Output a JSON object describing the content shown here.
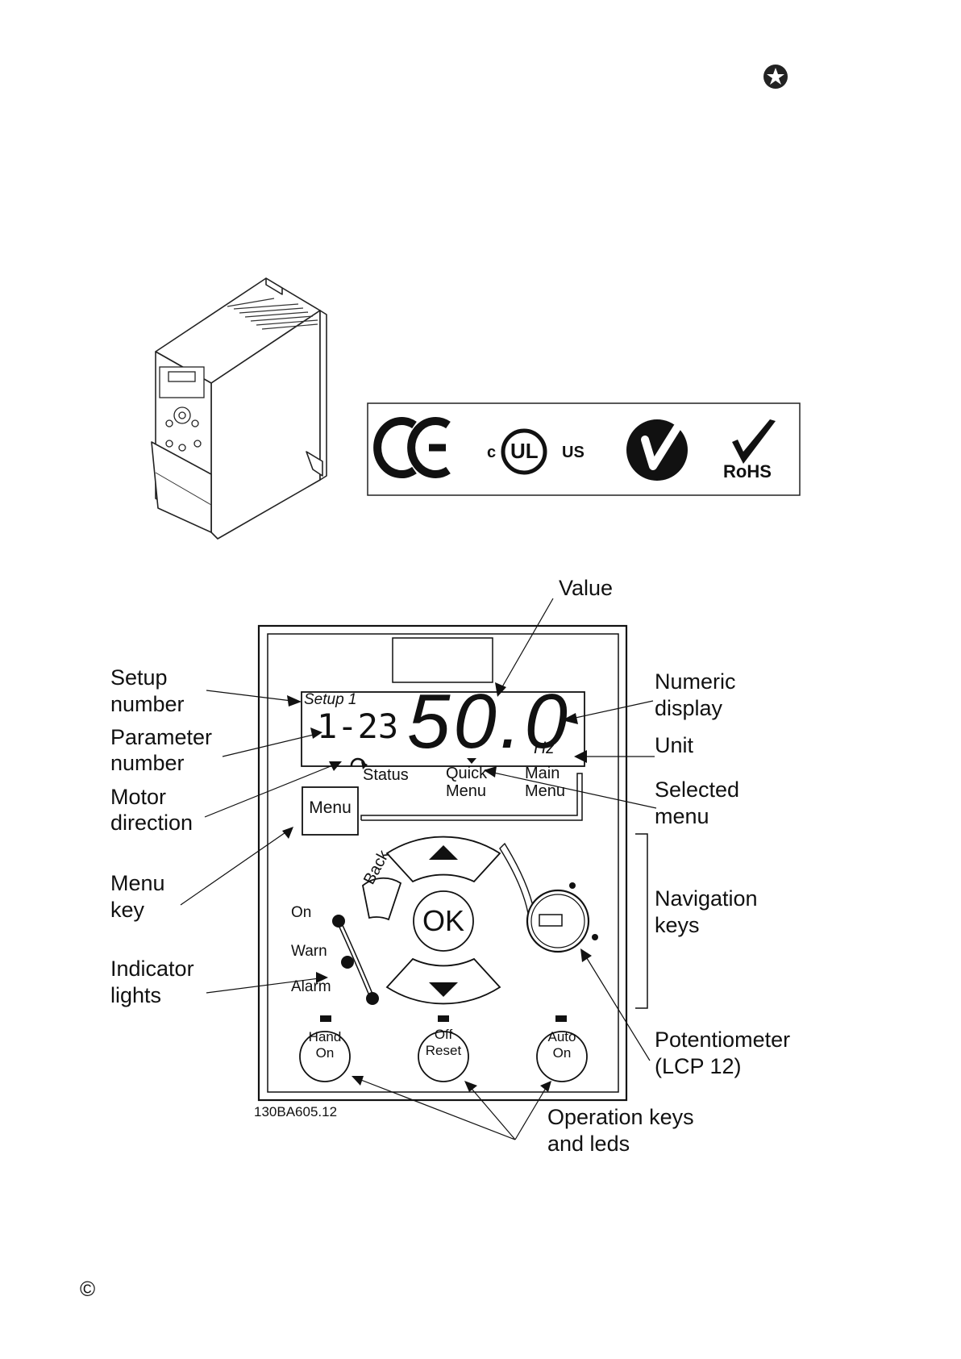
{
  "labels": {
    "value": "Value",
    "setup_number": [
      "Setup",
      "number"
    ],
    "parameter_number": [
      "Parameter",
      "number"
    ],
    "motor_direction": [
      "Motor",
      "direction"
    ],
    "menu_key": [
      "Menu",
      "key"
    ],
    "indicator_lights": [
      "Indicator",
      "lights"
    ],
    "numeric_display": [
      "Numeric",
      "display"
    ],
    "unit": "Unit",
    "selected_menu": [
      "Selected",
      "menu"
    ],
    "navigation_keys": [
      "Navigation",
      "keys"
    ],
    "potentiometer": [
      "Potentiometer",
      "(LCP 12)"
    ],
    "operation_keys": [
      "Operation keys",
      "and leds"
    ]
  },
  "lcp": {
    "setup_text": "Setup 1",
    "parameter_text": "1-23",
    "value_text": "50.0",
    "unit_text": "Hz",
    "status_label": "Status",
    "quick_menu": [
      "Quick",
      "Menu"
    ],
    "main_menu": [
      "Main",
      "Menu"
    ],
    "menu_button": "Menu",
    "back_button": "Back",
    "ok_button": "OK",
    "led_on": "On",
    "led_warn": "Warn",
    "led_alarm": "Alarm",
    "hand_on": [
      "Hand",
      "On"
    ],
    "off_reset": [
      "Off",
      "Reset"
    ],
    "auto_on": [
      "Auto",
      "On"
    ],
    "figure_id": "130BA605.12"
  },
  "certifications": {
    "ce": "CE",
    "ul_c": "c",
    "ul_mark": "UL",
    "ul_us": "US",
    "rohs": "RoHS"
  },
  "footer": {
    "copyright": "©"
  },
  "icons": [
    "star-badge-icon",
    "arrow-up-icon",
    "arrow-down-icon",
    "motor-direction-icon",
    "checkmark-icon"
  ]
}
